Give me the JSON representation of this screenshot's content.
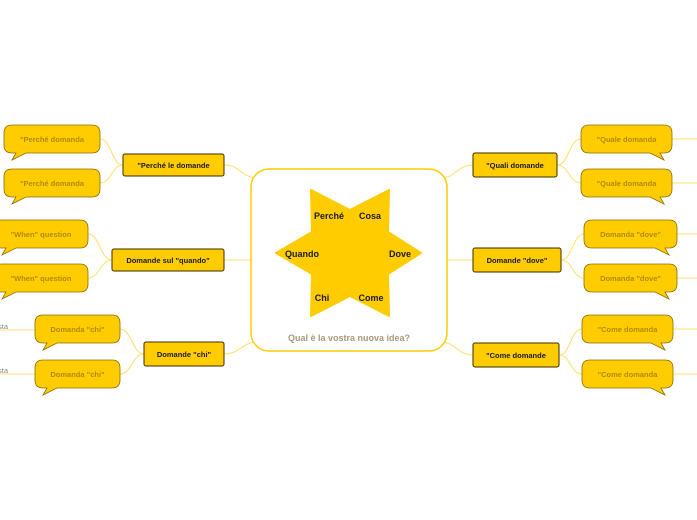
{
  "center": {
    "title": "Qual è la vostra nuova idea?",
    "star_labels": [
      "Perché",
      "Cosa",
      "Quando",
      "Dove",
      "Chi",
      "Come"
    ]
  },
  "left_branches": [
    {
      "label": "\"Perché le domande",
      "leaves": [
        "\"Perché domanda",
        "\"Perché domanda"
      ],
      "outer": []
    },
    {
      "label": "Domande sul \"quando\"",
      "leaves": [
        "\"When\" question",
        "\"When\" question"
      ],
      "outer": []
    },
    {
      "label": "Domande \"chi\"",
      "leaves": [
        "Domanda \"chi\"",
        "Domanda \"chi\""
      ],
      "outer": [
        "sta",
        "sta"
      ]
    }
  ],
  "right_branches": [
    {
      "label": "\"Quali domande",
      "leaves": [
        "\"Quale domanda",
        "\"Quale domanda"
      ]
    },
    {
      "label": "Domande \"dove\"",
      "leaves": [
        "Domanda \"dove\"",
        "Domanda \"dove\""
      ]
    },
    {
      "label": "\"Come domande",
      "leaves": [
        "\"Come domanda",
        "\"Come domanda"
      ]
    }
  ],
  "colors": {
    "gold": "#ffcc00",
    "connector": "#ffe06a",
    "border": "#3a2e00",
    "leaf_text": "#b08a00",
    "title_text": "#a89a7a"
  }
}
